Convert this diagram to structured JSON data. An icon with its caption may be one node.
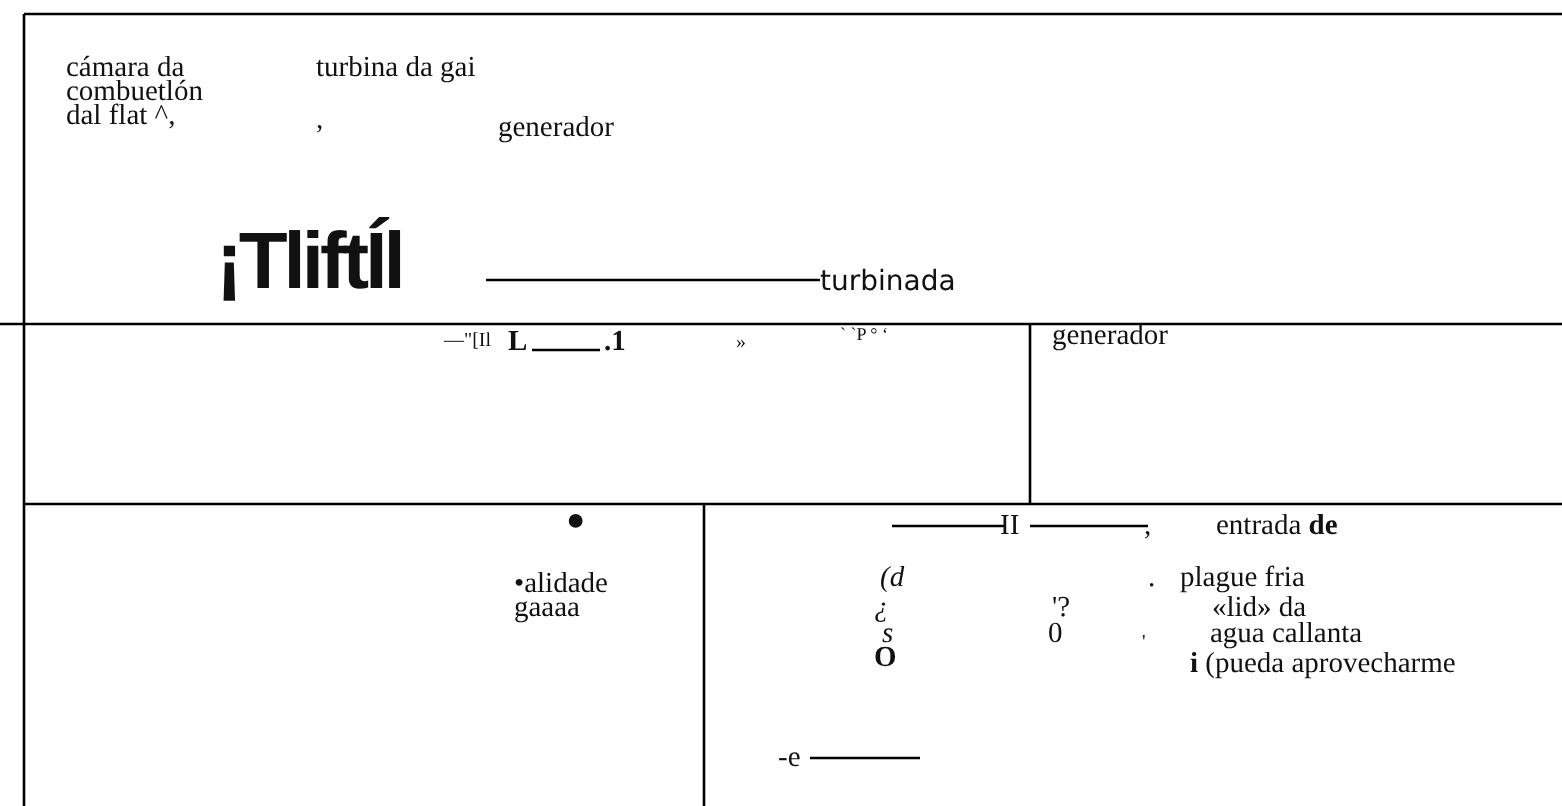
{
  "diagram": {
    "labels": [
      "cámara da combuetlón dal flat ^,",
      "turbina da gai",
      ",",
      "generador",
      "¡TliftÍl",
      "turbinada",
      "—\"[Il",
      "L",
      ".1",
      "»",
      "` `P ° ‘",
      "generador",
      "●",
      "•alidade gaaaa",
      "II",
      ",",
      "entrada **de**",
      "(d",
      ".",
      "plague fria",
      "¿",
      "'?",
      "«lid» da",
      "s",
      "0",
      "agua callanta",
      "O",
      "'",
      "**i** (pueda aprovecharme",
      "-e"
    ]
  }
}
